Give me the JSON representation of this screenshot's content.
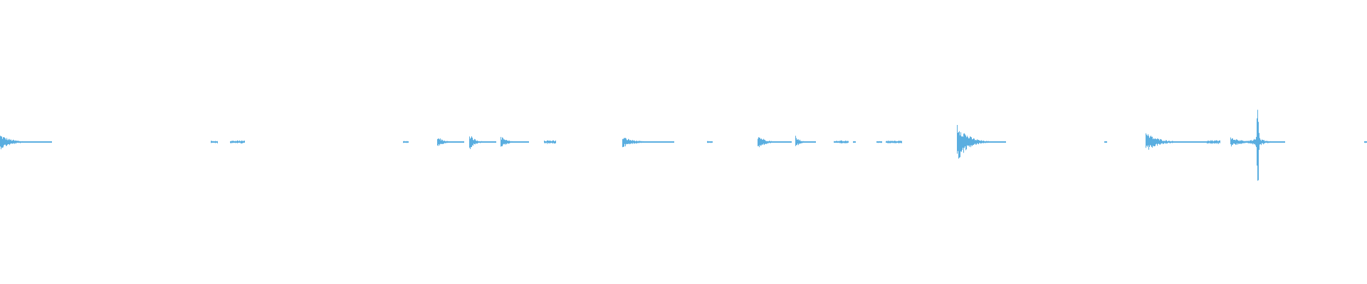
{
  "waveform": {
    "color": "#5aaee0",
    "background": "#ffffff",
    "duration": 1.0,
    "amplitude_range": [
      -1,
      1
    ],
    "bursts": [
      {
        "t": 0.0,
        "len": 0.038,
        "amp": 0.055,
        "shape": "decay"
      },
      {
        "t": 0.154,
        "len": 0.005,
        "amp": 0.01,
        "shape": "flat"
      },
      {
        "t": 0.168,
        "len": 0.011,
        "amp": 0.012,
        "shape": "flat"
      },
      {
        "t": 0.295,
        "len": 0.004,
        "amp": 0.008,
        "shape": "flat"
      },
      {
        "t": 0.32,
        "len": 0.02,
        "amp": 0.045,
        "shape": "decay"
      },
      {
        "t": 0.343,
        "len": 0.02,
        "amp": 0.06,
        "shape": "decay"
      },
      {
        "t": 0.366,
        "len": 0.021,
        "amp": 0.045,
        "shape": "decay"
      },
      {
        "t": 0.398,
        "len": 0.009,
        "amp": 0.015,
        "shape": "flat"
      },
      {
        "t": 0.455,
        "len": 0.038,
        "amp": 0.04,
        "shape": "decay"
      },
      {
        "t": 0.517,
        "len": 0.004,
        "amp": 0.008,
        "shape": "flat"
      },
      {
        "t": 0.554,
        "len": 0.025,
        "amp": 0.055,
        "shape": "decay"
      },
      {
        "t": 0.582,
        "len": 0.015,
        "amp": 0.045,
        "shape": "decay"
      },
      {
        "t": 0.61,
        "len": 0.011,
        "amp": 0.012,
        "shape": "flat"
      },
      {
        "t": 0.624,
        "len": 0.002,
        "amp": 0.006,
        "shape": "flat"
      },
      {
        "t": 0.641,
        "len": 0.004,
        "amp": 0.008,
        "shape": "flat"
      },
      {
        "t": 0.648,
        "len": 0.012,
        "amp": 0.012,
        "shape": "flat"
      },
      {
        "t": 0.7,
        "len": 0.036,
        "amp": 0.15,
        "shape": "decay"
      },
      {
        "t": 0.808,
        "len": 0.002,
        "amp": 0.006,
        "shape": "flat"
      },
      {
        "t": 0.838,
        "len": 0.045,
        "amp": 0.07,
        "shape": "decay"
      },
      {
        "t": 0.883,
        "len": 0.01,
        "amp": 0.015,
        "shape": "flat"
      },
      {
        "t": 0.9,
        "len": 0.04,
        "amp": 0.035,
        "shape": "decay"
      },
      {
        "t": 0.91,
        "len": 0.03,
        "amp": 0.46,
        "shape": "spike"
      },
      {
        "t": 0.998,
        "len": 0.002,
        "amp": 0.006,
        "shape": "flat"
      }
    ]
  }
}
